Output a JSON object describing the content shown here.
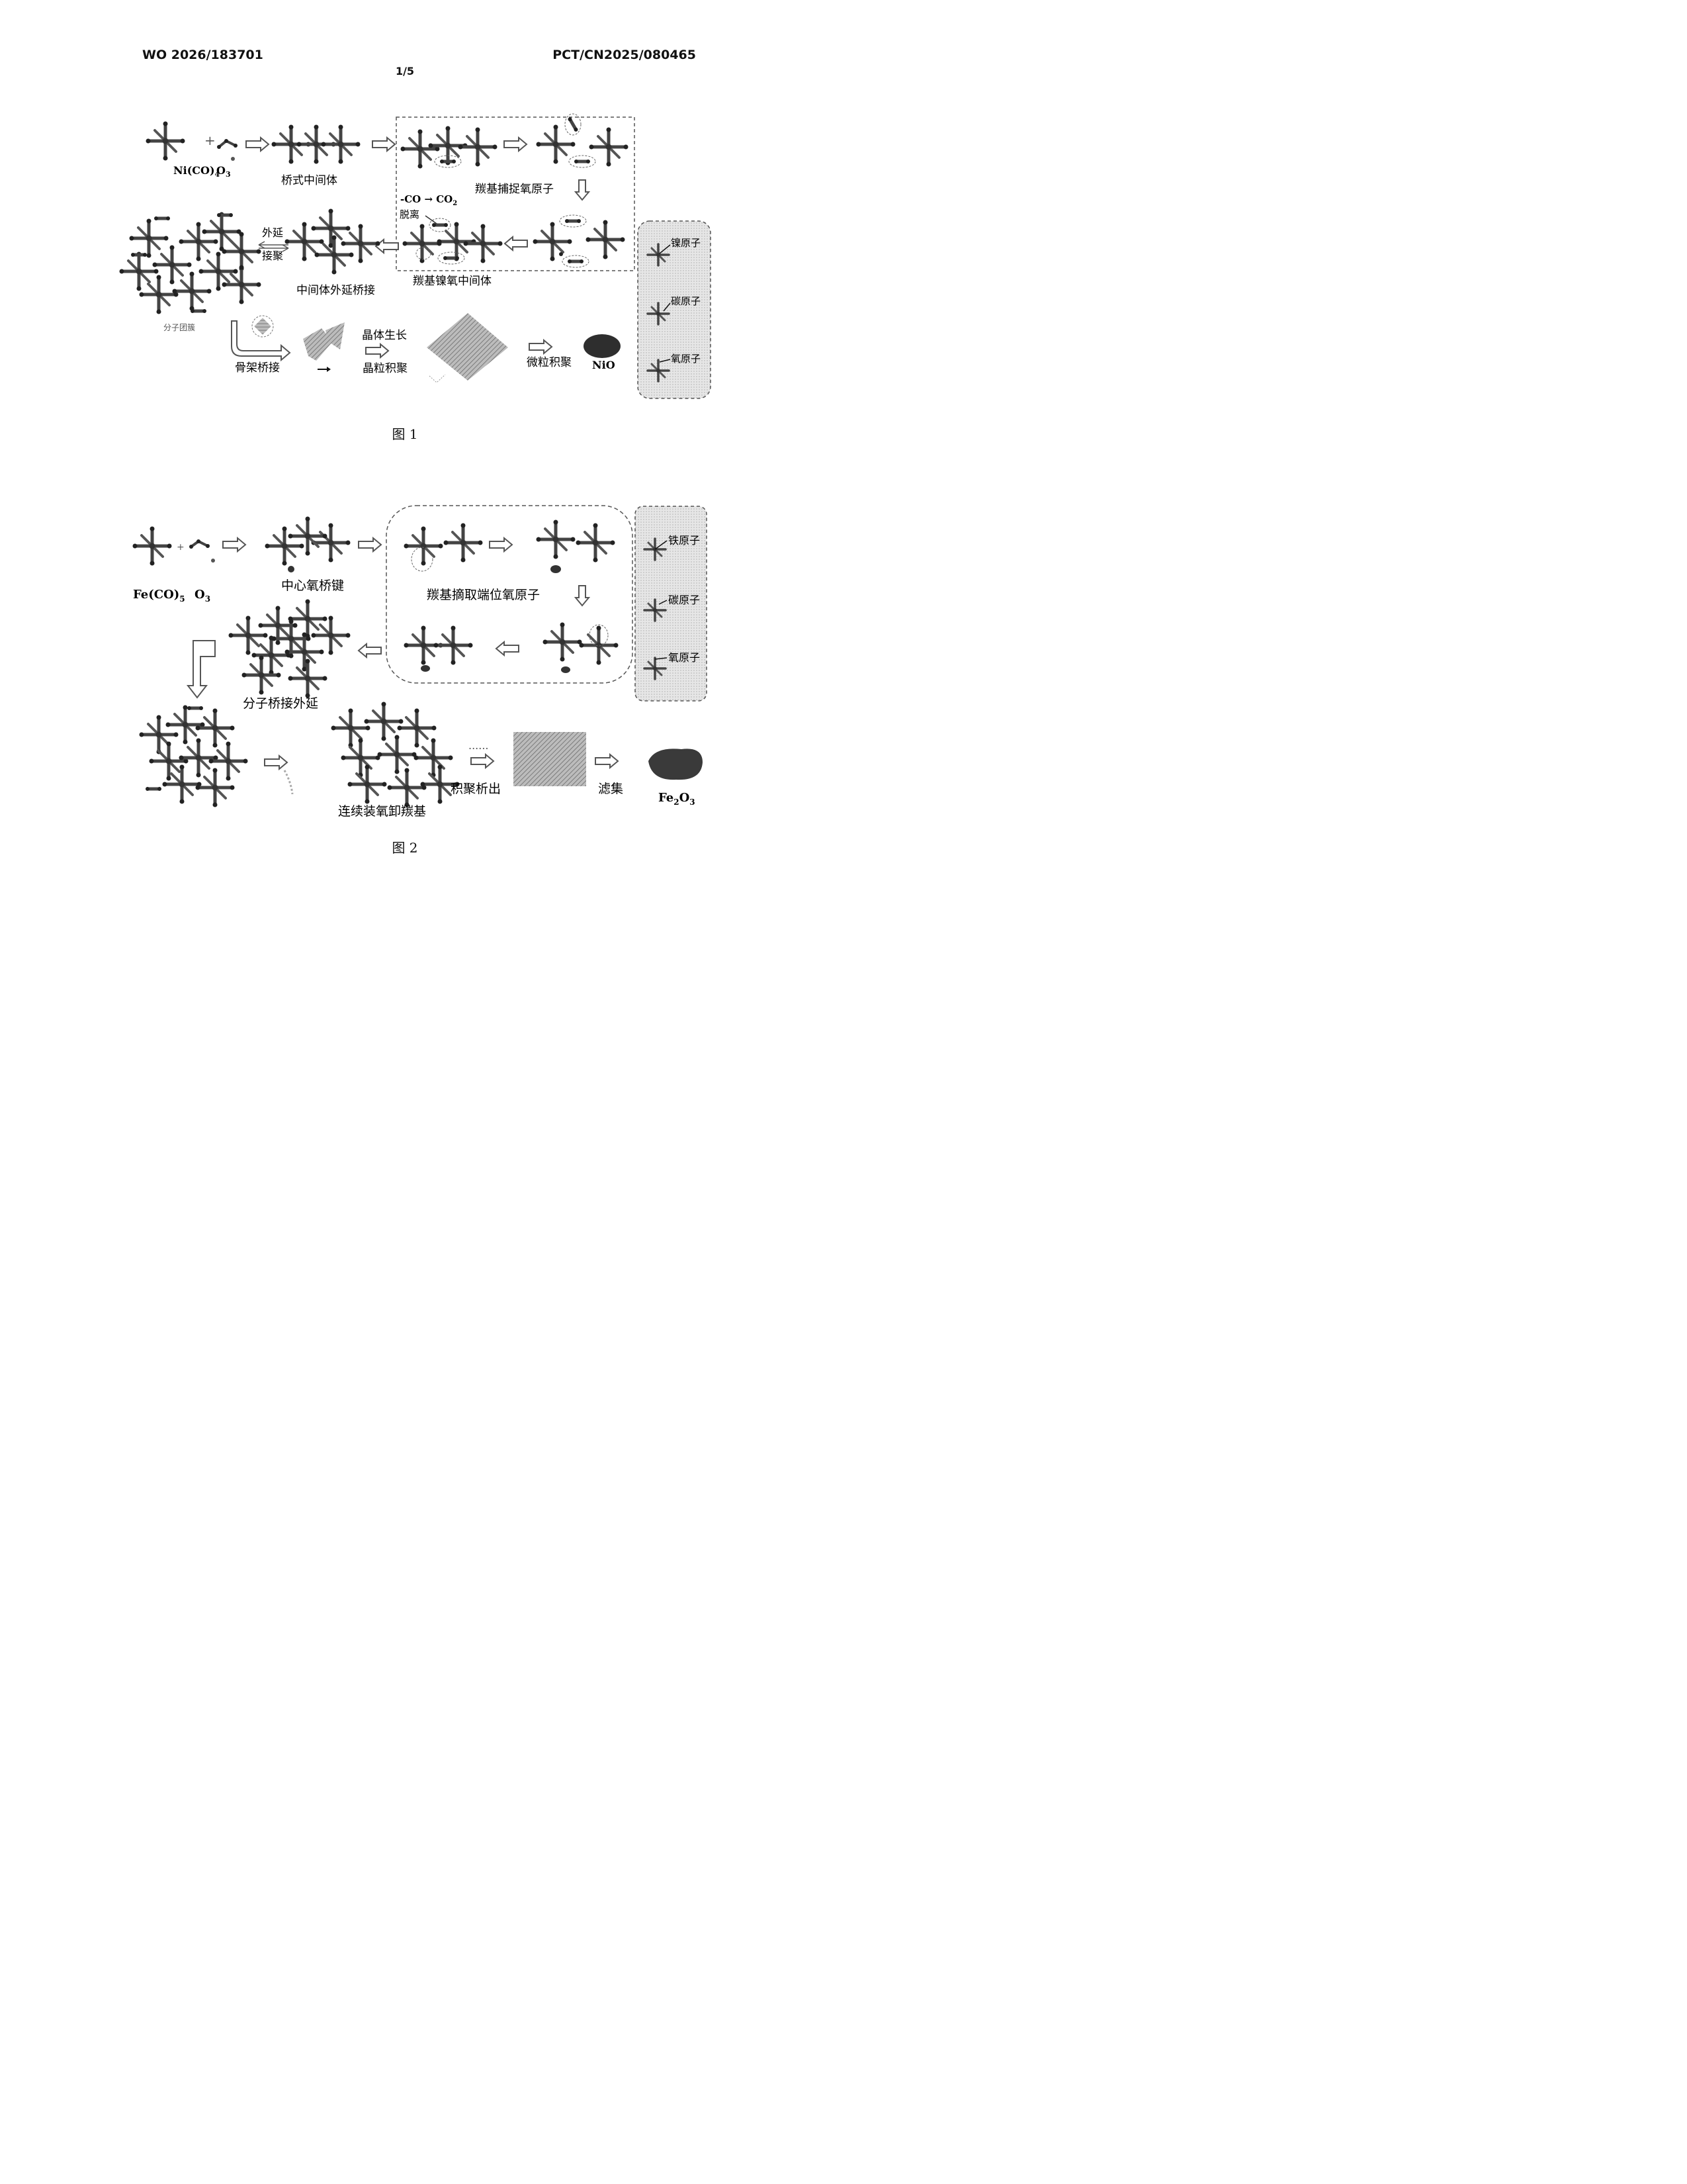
{
  "header": {
    "doc_id": "WO 2026/183701",
    "pct_id": "PCT/CN2025/080465",
    "sheet": "1/5"
  },
  "fig1": {
    "caption": "图 1",
    "labels": {
      "nico4": "Ni(CO)",
      "nico4_sub": "4",
      "o3": "O",
      "o3_sub": "3",
      "bridge_intermediate": "桥式中间体",
      "carbonyl_capture": "羰基捕捉氧原子",
      "co_to_co2": "-CO → CO",
      "co_to_co2_sub": "2",
      "detach": "脱离",
      "carbonyl_nickel_oxy": "羰基镍氧中间体",
      "extension": "外延",
      "polymerize": "接聚",
      "intermediate_bridging": "中间体外延桥接",
      "cluster": "分子团簇",
      "skeleton_bridge": "骨架桥接",
      "crystal_growth": "晶体生长",
      "grain_aggregation": "晶粒积聚",
      "particle_aggregation": "微粒积聚",
      "nio": "NiO"
    },
    "legend": {
      "nickel": "镍原子",
      "carbon": "碳原子",
      "oxygen": "氧原子"
    }
  },
  "fig2": {
    "caption": "图 2",
    "labels": {
      "feco5": "Fe(CO)",
      "feco5_sub": "5",
      "o3": "O",
      "o3_sub": "3",
      "central_bridge": "中心氧桥键",
      "carbonyl_extract": "羰基摘取端位氧原子",
      "molecular_bridge": "分子桥接外延",
      "continuous": "连续装氧卸羰基",
      "precipitate": "积聚析出",
      "filter": "滤集",
      "fe2o3_a": "Fe",
      "fe2o3_sub1": "2",
      "fe2o3_b": "O",
      "fe2o3_sub2": "3"
    },
    "legend": {
      "iron": "铁原子",
      "carbon": "碳原子",
      "oxygen": "氧原子"
    }
  }
}
